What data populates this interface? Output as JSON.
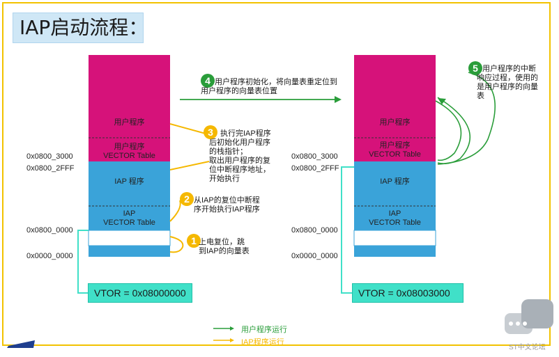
{
  "title": "IAP启动流程：",
  "left": {
    "addr_3000": "0x0800_3000",
    "addr_2fff": "0x0800_2FFF",
    "addr_0000": "0x0800_0000",
    "addr_low": "0x0000_0000",
    "user_prog": "用户程序",
    "user_vt_1": "用户程序",
    "user_vt_2": "VECTOR Table",
    "iap_prog": "IAP 程序",
    "iap_vt_1": "IAP",
    "iap_vt_2": "VECTOR Table",
    "vtor": "VTOR = 0x08000000"
  },
  "right": {
    "addr_3000": "0x0800_3000",
    "addr_2fff": "0x0800_2FFF",
    "addr_0000": "0x0800_0000",
    "addr_low": "0x0000_0000",
    "user_prog": "用户程序",
    "user_vt_1": "用户程序",
    "user_vt_2": "VECTOR Table",
    "iap_prog": "IAP 程序",
    "iap_vt_1": "IAP",
    "iap_vt_2": "VECTOR Table",
    "vtor": "VTOR = 0x08003000"
  },
  "steps": [
    {
      "num": "1",
      "lines": [
        "上电复位，跳",
        "到IAP的向量表"
      ]
    },
    {
      "num": "2",
      "lines": [
        "从IAP的复位中断程",
        "序开始执行IAP程序"
      ]
    },
    {
      "num": "3",
      "lines": [
        "执行完IAP程序",
        "后初始化用户程序",
        "的栈指针；",
        "取出用户程序的复",
        "位中断程序地址，",
        "开始执行"
      ]
    },
    {
      "num": "4",
      "lines": [
        "用户程序初始化，将向量表重定位到",
        "用户程序的向量表位置"
      ]
    },
    {
      "num": "5",
      "lines": [
        "用户程序的中断",
        "响应过程，使用的",
        "是用户程序的向量",
        "表"
      ]
    }
  ],
  "legend": {
    "green": "用户程序运行",
    "orange": "IAP程序运行"
  },
  "colors": {
    "magenta": "#d6127a",
    "blue": "#3aa3d9",
    "vtor": "#40e0c8",
    "green": "#2a9d3a",
    "orange": "#f5b800",
    "frame": "#f2c200"
  },
  "footer": {
    "forum": "ST中文论坛",
    "chat_icon": "chat-bubble-icon",
    "logo_icon": "st-logo-icon"
  }
}
